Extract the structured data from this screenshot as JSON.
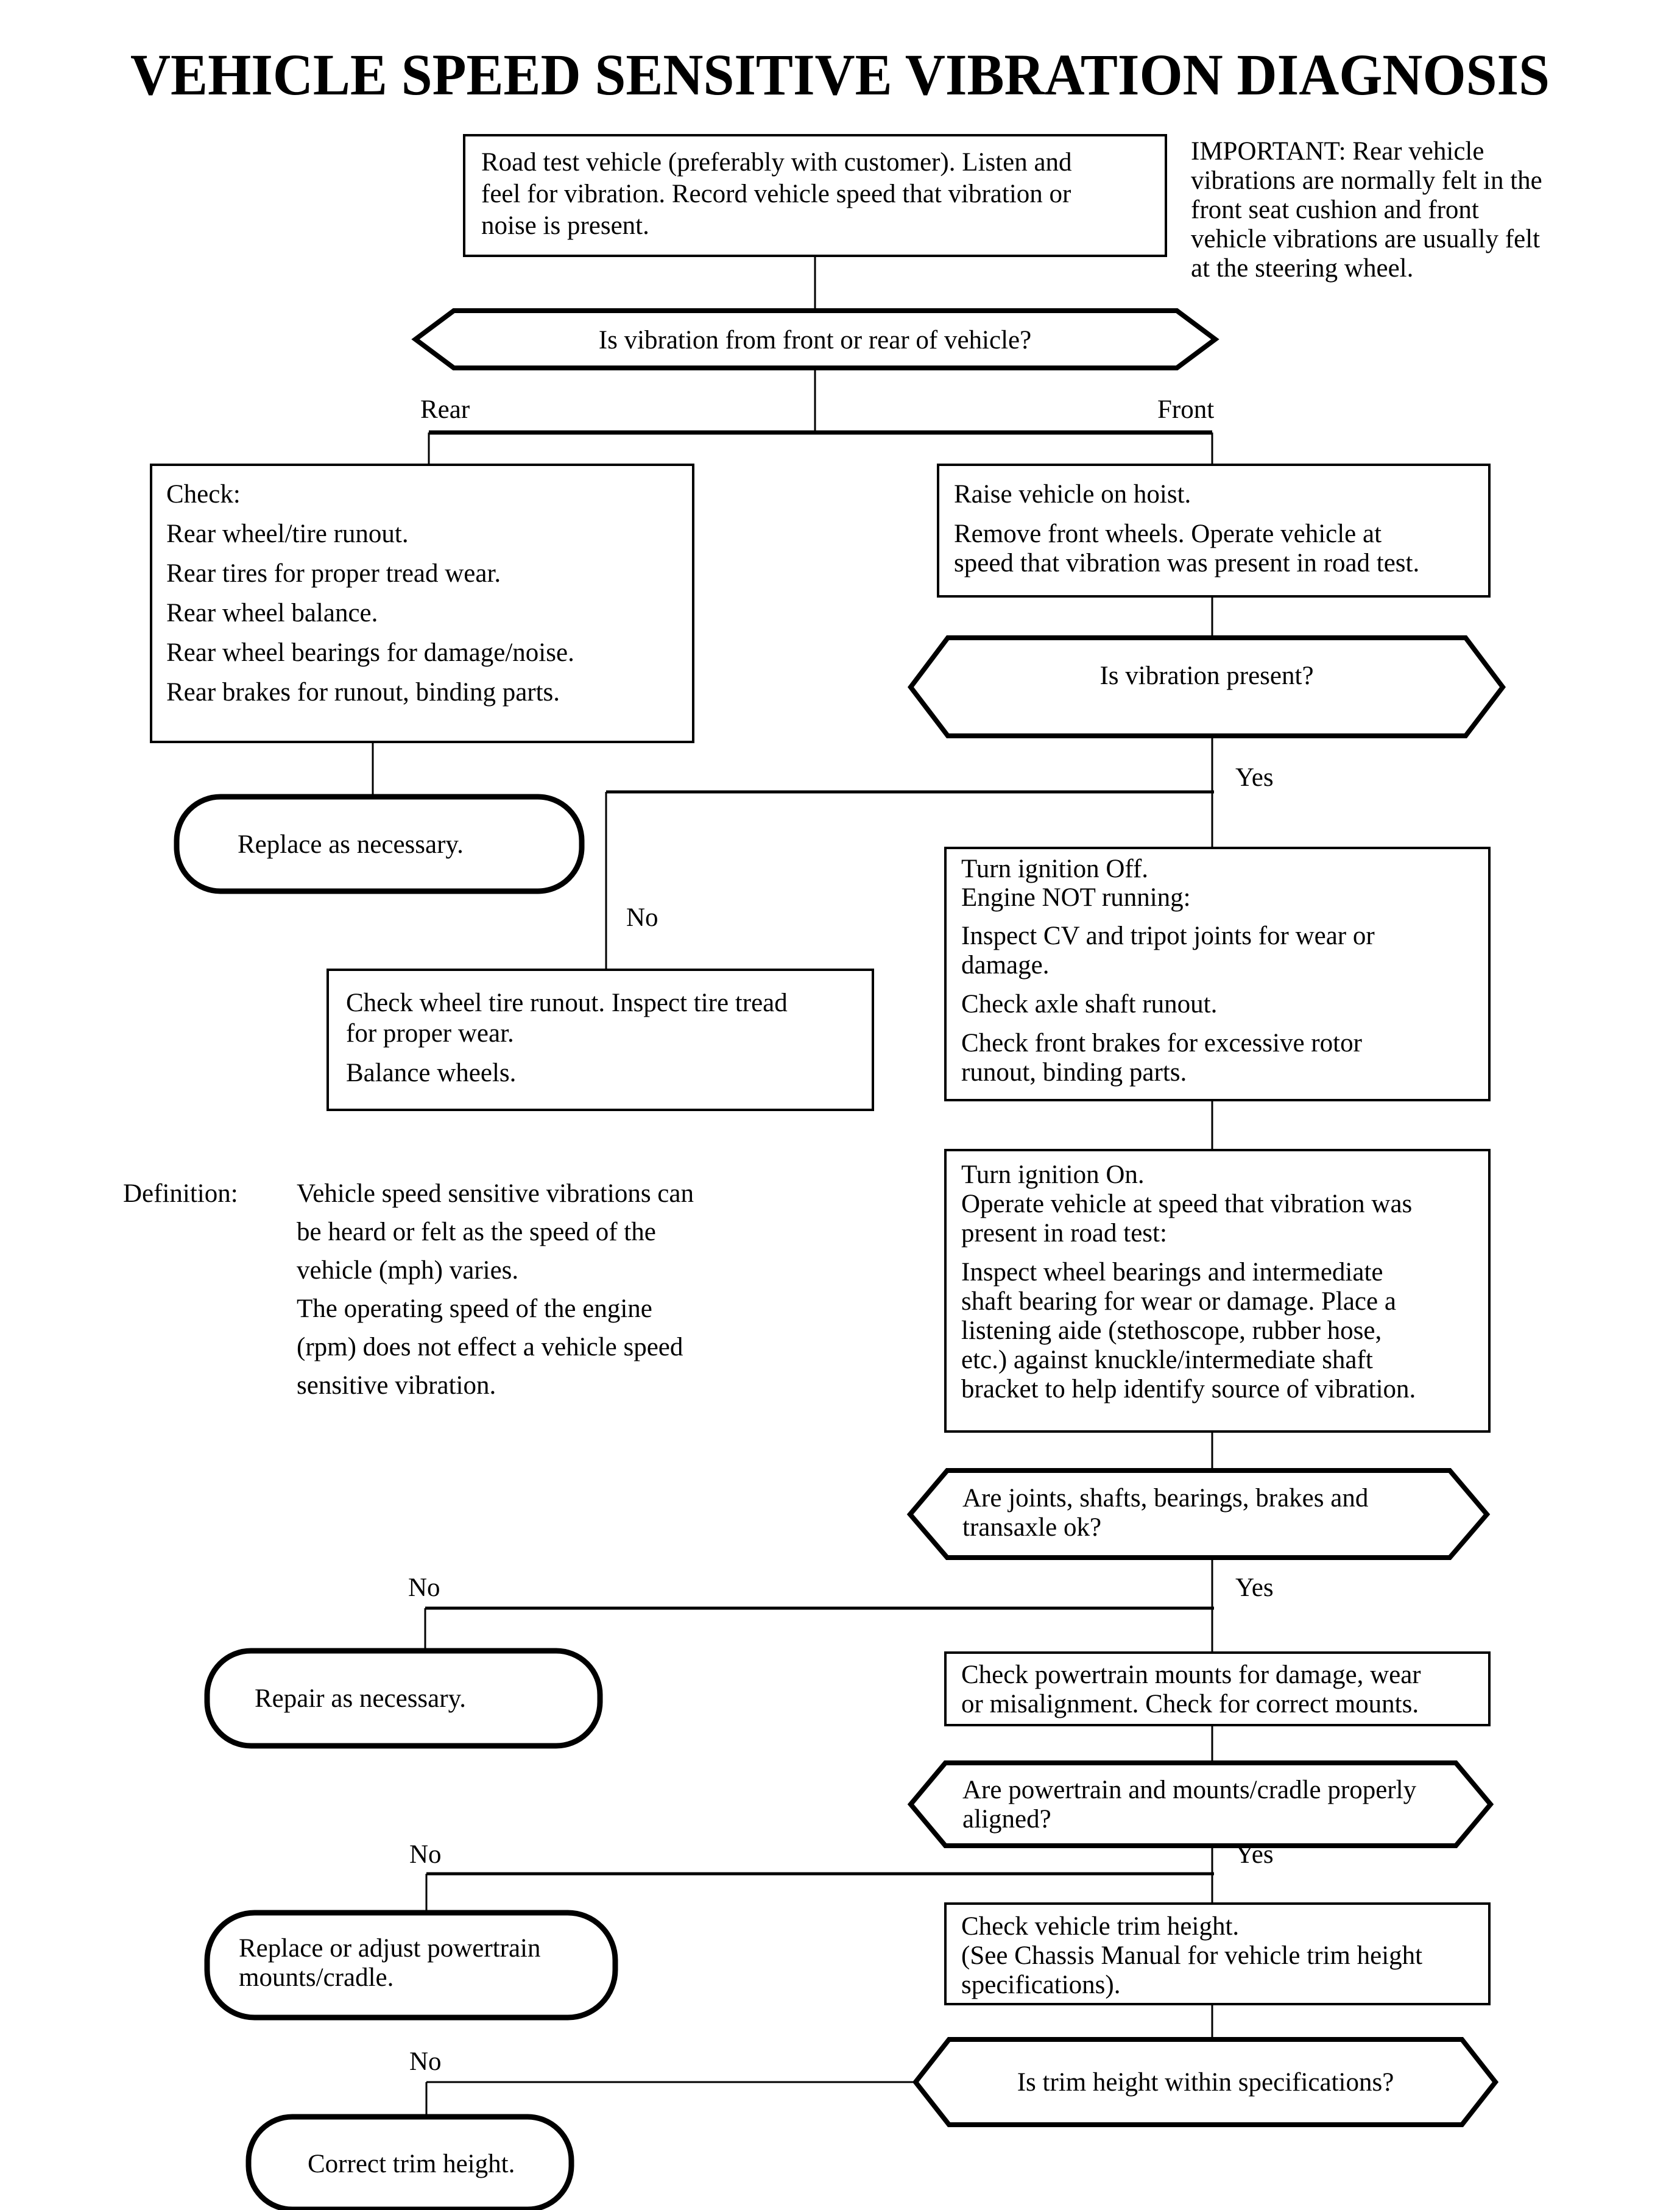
{
  "page": {
    "title": "VEHICLE SPEED SENSITIVE VIBRATION DIAGNOSIS",
    "ink_color": "#000000",
    "paper_color": "#ffffff"
  },
  "important_note": {
    "label": "IMPORTANT:",
    "line1": "IMPORTANT:  Rear vehicle",
    "line2": "vibrations are normally felt in the",
    "line3": "front seat cushion and front",
    "line4": "vehicle vibrations are usually felt",
    "line5": "at the steering wheel."
  },
  "definition": {
    "label": "Definition:",
    "line1": "Vehicle speed sensitive vibrations can",
    "line2": "be heard or felt as the speed of the",
    "line3": "vehicle (mph) varies.",
    "line4": "The operating speed of the engine",
    "line5": "(rpm) does not effect a vehicle speed",
    "line6": "sensitive vibration."
  },
  "nodes": {
    "road_test": {
      "kind": "process",
      "line1": "Road test vehicle (preferably with customer). Listen and",
      "line2": "feel for vibration. Record vehicle speed that vibration or",
      "line3": "noise is present."
    },
    "front_or_rear": {
      "kind": "decision",
      "line1": "Is vibration from front or rear of vehicle?"
    },
    "rear_check": {
      "kind": "process",
      "line1": "Check:",
      "line2": "Rear wheel/tire runout.",
      "line3": "Rear tires for proper tread wear.",
      "line4": "Rear wheel balance.",
      "line5": "Rear wheel bearings for damage/noise.",
      "line6": "Rear brakes for runout, binding parts."
    },
    "replace_as_necessary": {
      "kind": "terminator",
      "line1": "Replace as necessary."
    },
    "raise_vehicle": {
      "kind": "process",
      "line1": "Raise vehicle on hoist.",
      "line2": "Remove front wheels. Operate vehicle at",
      "line3": "speed that vibration was present in road test."
    },
    "vibration_present": {
      "kind": "decision",
      "line1": "Is vibration present?"
    },
    "check_wheel_runout": {
      "kind": "process",
      "line1": "Check wheel tire runout. Inspect tire tread",
      "line2": "for proper wear.",
      "line3": "Balance wheels."
    },
    "ignition_off": {
      "kind": "process",
      "line1": "Turn ignition Off.",
      "line2": "Engine NOT running:",
      "line3": "Inspect CV and tripot joints for wear or",
      "line4": "damage.",
      "line5": "Check axle shaft runout.",
      "line6": "Check front brakes for excessive rotor",
      "line7": "runout, binding parts."
    },
    "ignition_on": {
      "kind": "process",
      "line1": "Turn ignition On.",
      "line2": "Operate vehicle at speed that vibration was",
      "line3": "present in road test:",
      "line4": "Inspect wheel bearings and intermediate",
      "line5": "shaft bearing for wear or damage. Place a",
      "line6": "listening aide (stethoscope, rubber hose,",
      "line7": "etc.) against knuckle/intermediate shaft",
      "line8": "bracket to help identify source of vibration."
    },
    "joints_ok": {
      "kind": "decision",
      "line1": "Are joints, shafts, bearings, brakes and",
      "line2": "transaxle ok?"
    },
    "repair_as_necessary": {
      "kind": "terminator",
      "line1": "Repair as necessary."
    },
    "check_mounts": {
      "kind": "process",
      "line1": "Check powertrain mounts for damage, wear",
      "line2": "or misalignment. Check for correct mounts."
    },
    "mounts_aligned": {
      "kind": "decision",
      "line1": "Are powertrain and mounts/cradle properly",
      "line2": "aligned?"
    },
    "replace_mounts": {
      "kind": "terminator",
      "line1": "Replace or adjust powertrain",
      "line2": "mounts/cradle."
    },
    "check_trim_height": {
      "kind": "process",
      "line1": "Check vehicle trim height.",
      "line2": "(See Chassis Manual for vehicle trim height",
      "line3": "specifications)."
    },
    "trim_within_spec": {
      "kind": "decision",
      "line1": "Is trim height within specifications?"
    },
    "correct_trim_height": {
      "kind": "terminator",
      "line1": "Correct trim height."
    }
  },
  "edge_labels": {
    "rear": "Rear",
    "front": "Front",
    "vibration_present_yes": "Yes",
    "vibration_present_no": "No",
    "joints_ok_yes": "Yes",
    "joints_ok_no": "No",
    "mounts_aligned_yes": "Yes",
    "mounts_aligned_no": "No",
    "trim_spec_no": "No"
  }
}
